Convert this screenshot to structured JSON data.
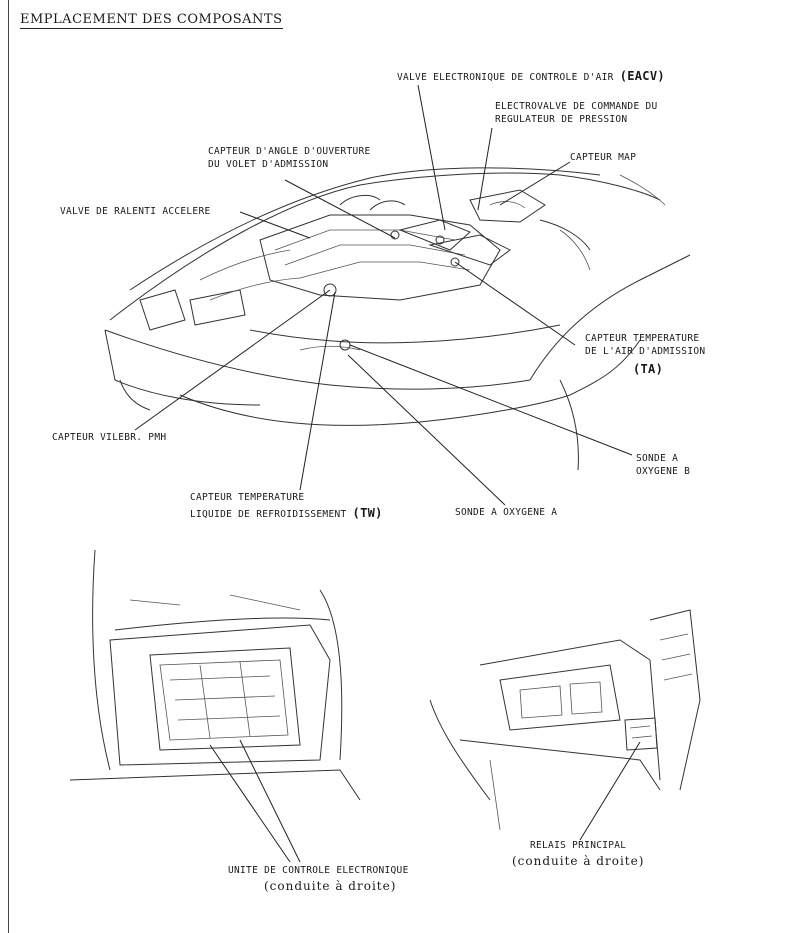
{
  "title": "EMPLACEMENT DES COMPOSANTS",
  "labels": {
    "eacv_main": "VALVE ELECTRONIQUE DE CONTROLE D'AIR",
    "eacv_abbr": "(EACV)",
    "electrovalve_l1": "ELECTROVALVE DE COMMANDE DU",
    "electrovalve_l2": "REGULATEUR DE PRESSION",
    "capteur_map": "CAPTEUR MAP",
    "angle_l1": "CAPTEUR D'ANGLE D'OUVERTURE",
    "angle_l2": "DU VOLET D'ADMISSION",
    "ralenti": "VALVE DE RALENTI ACCELERE",
    "temp_air_l1": "CAPTEUR TEMPERATURE",
    "temp_air_l2": "DE L'AIR D'ADMISSION",
    "temp_air_abbr": "(TA)",
    "vilebr": "CAPTEUR VILEBR. PMH",
    "sonde_b_l1": "SONDE A",
    "sonde_b_l2": "OXYGENE B",
    "tw_l1": "CAPTEUR TEMPERATURE",
    "tw_l2": "LIQUIDE DE REFROIDISSEMENT",
    "tw_abbr": "(TW)",
    "sonde_a": "SONDE A OXYGENE A",
    "ecu_l1": "UNITE DE CONTROLE ELECTRONIQUE",
    "ecu_l2": "(conduite à droite)",
    "relais_l1": "RELAIS PRINCIPAL",
    "relais_l2": "(conduite à droite)"
  }
}
